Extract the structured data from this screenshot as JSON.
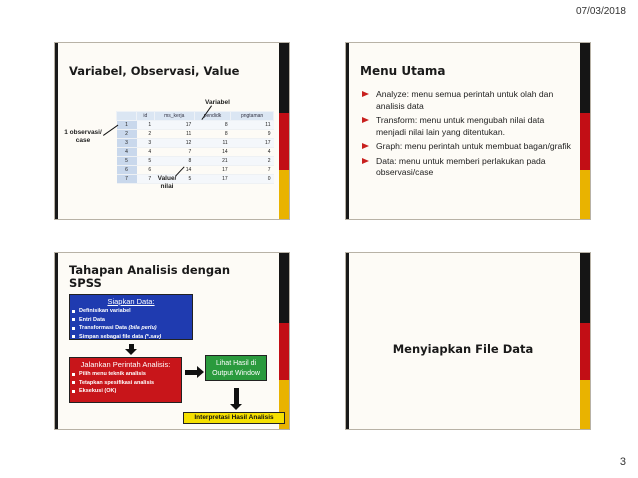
{
  "header": {
    "date": "07/03/2018"
  },
  "footer": {
    "page_number": "3"
  },
  "slide1": {
    "title": "Variabel, Observasi, Value",
    "table": {
      "columns": [
        "",
        "id",
        "ms_kerja",
        "pendidk",
        "pngtaman"
      ],
      "rows": [
        [
          "1",
          "1",
          "17",
          "8",
          "11"
        ],
        [
          "2",
          "2",
          "11",
          "8",
          "9"
        ],
        [
          "3",
          "3",
          "12",
          "11",
          "17"
        ],
        [
          "4",
          "4",
          "7",
          "14",
          "4"
        ],
        [
          "5",
          "5",
          "8",
          "21",
          "2"
        ],
        [
          "6",
          "6",
          "14",
          "17",
          "7"
        ],
        [
          "7",
          "7",
          "5",
          "17",
          "0"
        ]
      ]
    },
    "label_variabel": "Variabel",
    "label_obs_line1": "1 observasi/",
    "label_obs_line2": "case",
    "label_value_line1": "Value/",
    "label_value_line2": "nilai"
  },
  "slide2": {
    "title": "Menu Utama",
    "bullets": [
      "Analyze: menu semua perintah untuk olah dan analisis data",
      "Transform: menu untuk mengubah nilai data menjadi nilai lain yang ditentukan.",
      "Graph: menu perintah untuk membuat bagan/grafik",
      "Data: menu untuk memberi perlakukan pada observasi/case"
    ]
  },
  "slide3": {
    "title_line1": "Tahapan Analisis dengan",
    "title_line2": "SPSS",
    "prep": {
      "heading": "Siapkan Data:",
      "items": [
        "Definisikan variabel",
        "Entri Data",
        "Transformasi Data ",
        "Simpan sebagai file data "
      ],
      "item3_note": "(bila perlu)",
      "item4_note": "(*.sav)"
    },
    "run": {
      "heading": "Jalankan Perintah Analisis:",
      "items": [
        "Pilih menu teknik analisis",
        "Tetapkan spesifikasi analisis",
        "Eksekusi (OK)"
      ]
    },
    "output_line1": "Lihat Hasil di",
    "output_line2": "Output Window",
    "interpret": "Interpretasi Hasil Analisis"
  },
  "slide4": {
    "title": "Menyiapkan File Data"
  },
  "colors": {
    "red": "#c8151a",
    "yellow": "#e9b300",
    "blue": "#1f3bb0",
    "green": "#2a9a3d",
    "bullet": "#c8201e"
  }
}
